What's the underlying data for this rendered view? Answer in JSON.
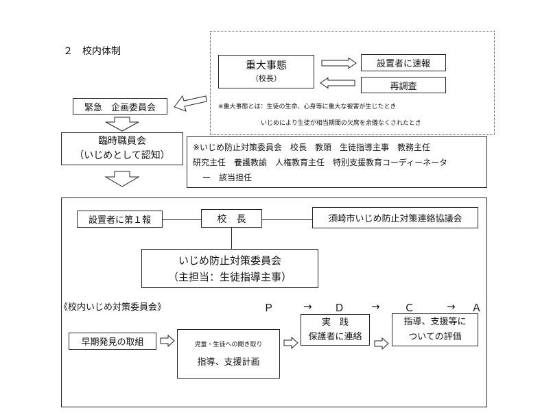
{
  "section_title": "２　校内体制",
  "emergency": {
    "serious_case": "重大事態",
    "principal_paren": "（校長）",
    "report_to_founder": "設置者に速報",
    "reinvestigation": "再調査",
    "note_line1": "※重大事態とは：生徒の生命、心身等に重大な被害が生じたとき",
    "note_line2": "いじめにより生徒が相当期間の欠席を余儀なくされたとき"
  },
  "urgent_committee": "緊急　企画委員会",
  "staff_meeting": {
    "line1": "臨時職員会",
    "line2": "（いじめとして認知）"
  },
  "committee_members": {
    "line1": "※いじめ防止対策委員会　校長　教頭　生徒指導主事　教務主任",
    "line2": "研究主任　養護教諭　人権教育主任　特別支援教育コーディーネータ",
    "line3": "ー　該当担任"
  },
  "school_system": {
    "first_report": "設置者に第１報",
    "principal": "校　長",
    "council": "須崎市いじめ防止対策連絡協議会",
    "committee_line1": "いじめ防止対策委員会",
    "committee_line2": "（主担当：生徒指導主事）",
    "committee_heading": "《校内いじめ対策委員会》",
    "pdca": {
      "p": "Ｐ",
      "arrow1": "→",
      "d": "Ｄ",
      "arrow2": "→",
      "c": "Ｃ",
      "arrow3": "→",
      "a": "Ａ"
    },
    "early_detection": "早期発見の取組",
    "hearing": "児童・生徒への聞き取り",
    "guidance_plan": "指導、支援計画",
    "practice": "実　践",
    "contact_guardians": "保護者に連絡",
    "evaluation_line1": "指導、支援等に",
    "evaluation_line2": "ついての評価"
  }
}
